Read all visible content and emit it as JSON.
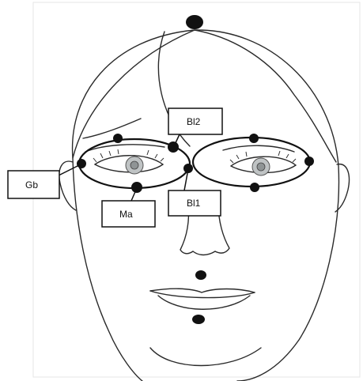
{
  "labels": {
    "gb": "Gb",
    "bl2": "Bl2",
    "ma": "Ma",
    "bl1": "Bl1"
  },
  "colors": {
    "ink": "#111111",
    "background": "#ffffff"
  }
}
